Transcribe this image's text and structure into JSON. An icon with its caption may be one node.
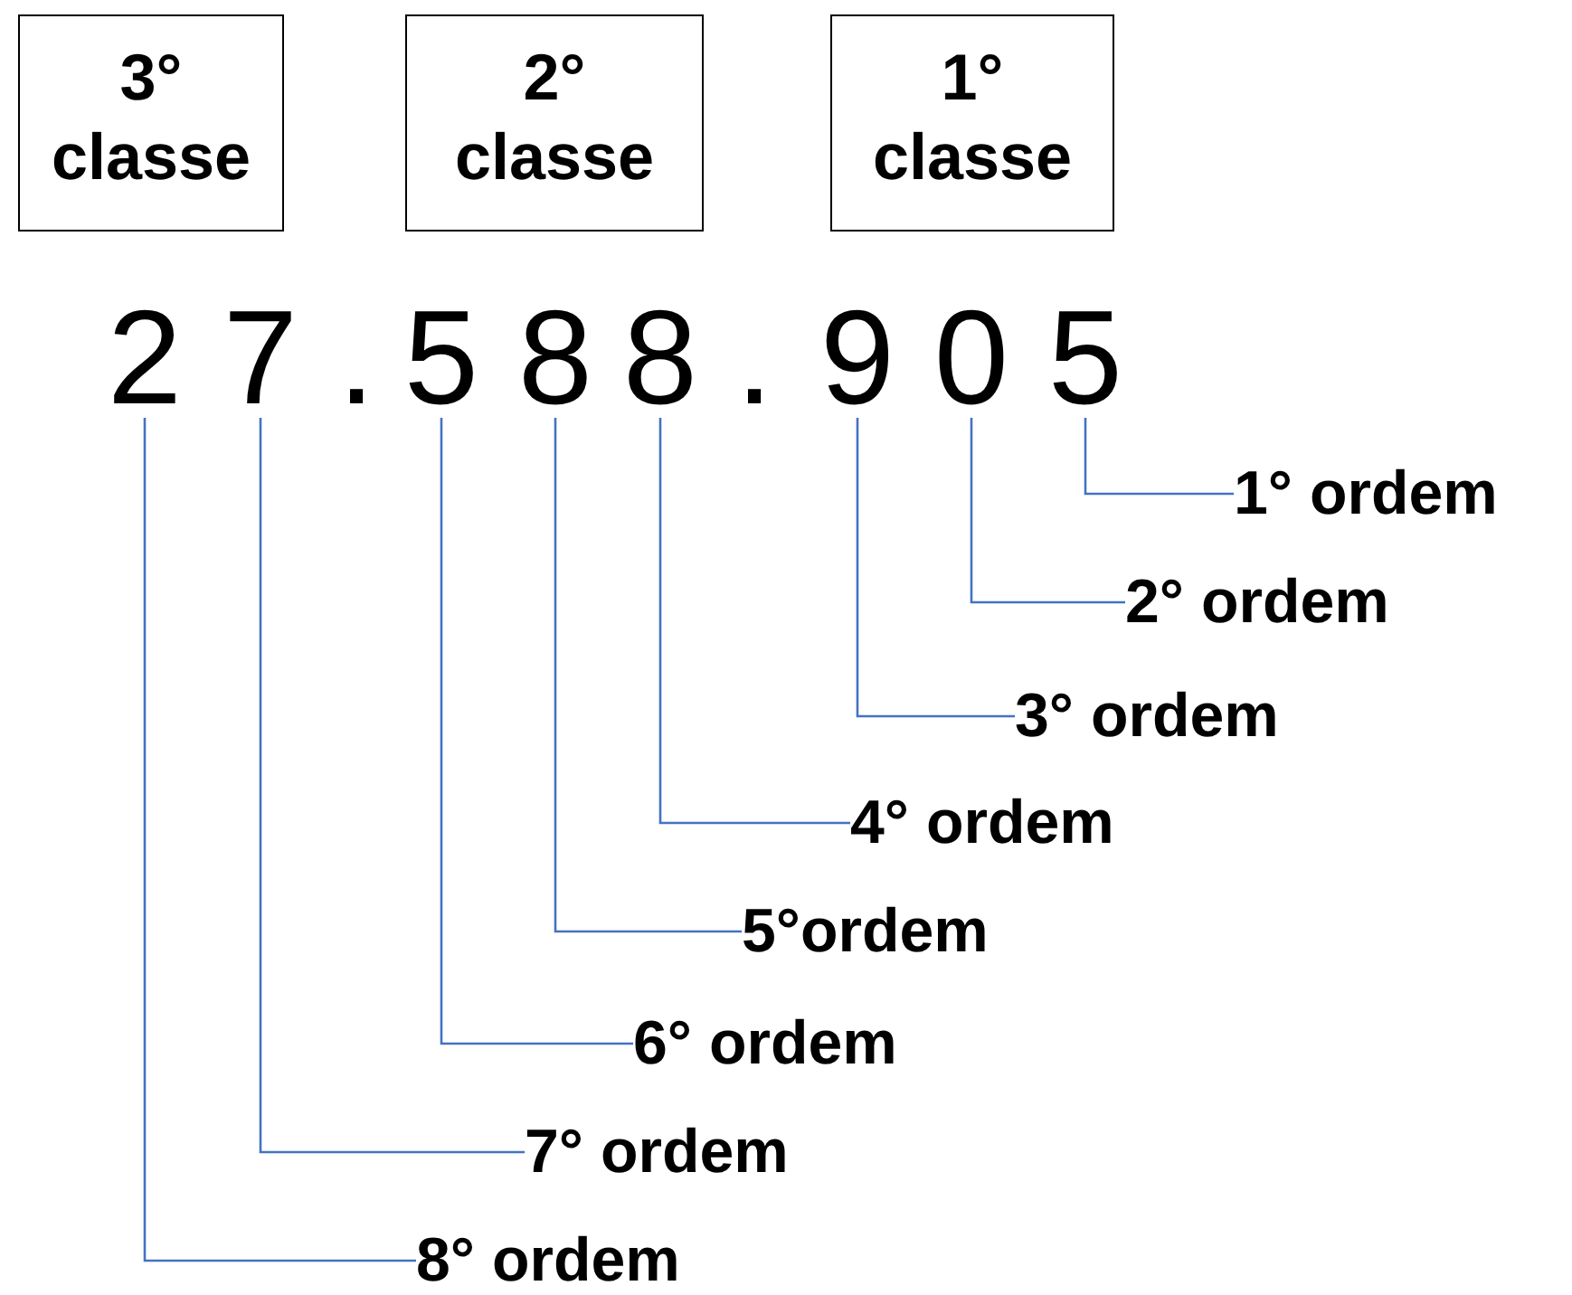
{
  "diagram": {
    "nodes": [
      {
        "text": [
          "3° classe"
        ]
      },
      {
        "text": [
          "2° classe"
        ]
      },
      {
        "text": [
          "1° classe"
        ]
      },
      {
        "text": [
          "2"
        ]
      },
      {
        "text": [
          "7"
        ]
      },
      {
        "text": [
          "5"
        ]
      },
      {
        "text": [
          "8"
        ]
      },
      {
        "text": [
          "8"
        ]
      },
      {
        "text": [
          "9"
        ]
      },
      {
        "text": [
          "0"
        ]
      },
      {
        "text": [
          "5"
        ]
      },
      {
        "text": [
          "1° ordem"
        ]
      },
      {
        "text": [
          "2° ordem"
        ]
      },
      {
        "text": [
          "3° ordem"
        ]
      },
      {
        "text": [
          "4° ordem"
        ]
      },
      {
        "text": [
          "5°ordem"
        ]
      },
      {
        "text": [
          "6° ordem"
        ]
      },
      {
        "text": [
          "7° ordem"
        ]
      },
      {
        "text": [
          "8° ordem"
        ]
      }
    ],
    "edges": [
      {
        "from": 11,
        "to": 10,
        "arrow": "none"
      },
      {
        "from": 12,
        "to": 9,
        "arrow": "none"
      },
      {
        "from": 13,
        "to": 8,
        "arrow": "none"
      },
      {
        "from": 14,
        "to": 7,
        "arrow": "none"
      },
      {
        "from": 15,
        "to": 6,
        "arrow": "none"
      },
      {
        "from": 16,
        "to": 5,
        "arrow": "none"
      },
      {
        "from": 17,
        "to": 4,
        "arrow": "none"
      },
      {
        "from": 18,
        "to": 3,
        "arrow": "none"
      }
    ],
    "labels": [
      ".",
      "."
    ]
  }
}
